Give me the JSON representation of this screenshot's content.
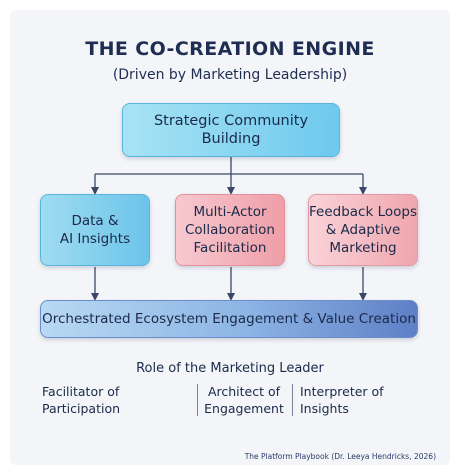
{
  "header": {
    "title": "THE CO-CREATION ENGINE",
    "subtitle": "(Driven by Marketing Leadership)"
  },
  "nodes": {
    "top": {
      "line1": "Strategic Community",
      "line2": "Building"
    },
    "data": {
      "line1": "Data &",
      "line2": "AI Insights"
    },
    "multi": {
      "line1": "Multi-Actor",
      "line2": "Collaboration",
      "line3": "Facilitation"
    },
    "feedback": {
      "line1": "Feedback Loops",
      "line2": "& Adaptive",
      "line3": "Marketing"
    },
    "bottom": {
      "label": "Orchestrated Ecosystem Engagement & Value Creation"
    }
  },
  "roles": {
    "title": "Role of the Marketing Leader",
    "items": [
      {
        "line1": "Facilitator of Participation",
        "line2": ""
      },
      {
        "line1": "Architect of",
        "line2": "Engagement"
      },
      {
        "line1": "Interpreter of Insights",
        "line2": ""
      }
    ]
  },
  "credit": "The Platform Playbook (Dr. Leeya Hendricks, 2026)",
  "colors": {
    "title": "#1f2d52",
    "blue_box": "#6ec9ee",
    "pink_box": "#ef9ea8",
    "bottom_bar": "#5f7fc6",
    "connector": "#3a4766"
  }
}
